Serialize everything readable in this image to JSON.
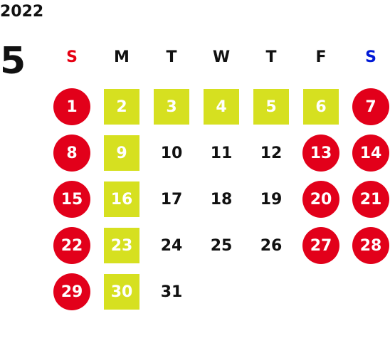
{
  "year": "2022",
  "month": "5",
  "colors": {
    "holiday_circle": "#e2001a",
    "special_square": "#d6e020",
    "sunday_header": "#e60012",
    "saturday_header": "#0019d6",
    "weekday_header": "#111111",
    "plain_text": "#111111"
  },
  "weekdays": [
    {
      "label": "S",
      "kind": "sun"
    },
    {
      "label": "M",
      "kind": "normal"
    },
    {
      "label": "T",
      "kind": "normal"
    },
    {
      "label": "W",
      "kind": "normal"
    },
    {
      "label": "T",
      "kind": "normal"
    },
    {
      "label": "F",
      "kind": "normal"
    },
    {
      "label": "S",
      "kind": "sat"
    }
  ],
  "weeks": [
    [
      {
        "day": "1",
        "style": "holiday"
      },
      {
        "day": "2",
        "style": "special"
      },
      {
        "day": "3",
        "style": "special"
      },
      {
        "day": "4",
        "style": "special"
      },
      {
        "day": "5",
        "style": "special"
      },
      {
        "day": "6",
        "style": "special"
      },
      {
        "day": "7",
        "style": "holiday"
      }
    ],
    [
      {
        "day": "8",
        "style": "holiday"
      },
      {
        "day": "9",
        "style": "special"
      },
      {
        "day": "10",
        "style": "plain"
      },
      {
        "day": "11",
        "style": "plain"
      },
      {
        "day": "12",
        "style": "plain"
      },
      {
        "day": "13",
        "style": "holiday"
      },
      {
        "day": "14",
        "style": "holiday"
      }
    ],
    [
      {
        "day": "15",
        "style": "holiday"
      },
      {
        "day": "16",
        "style": "special"
      },
      {
        "day": "17",
        "style": "plain"
      },
      {
        "day": "18",
        "style": "plain"
      },
      {
        "day": "19",
        "style": "plain"
      },
      {
        "day": "20",
        "style": "holiday"
      },
      {
        "day": "21",
        "style": "holiday"
      }
    ],
    [
      {
        "day": "22",
        "style": "holiday"
      },
      {
        "day": "23",
        "style": "special"
      },
      {
        "day": "24",
        "style": "plain"
      },
      {
        "day": "25",
        "style": "plain"
      },
      {
        "day": "26",
        "style": "plain"
      },
      {
        "day": "27",
        "style": "holiday"
      },
      {
        "day": "28",
        "style": "holiday"
      }
    ],
    [
      {
        "day": "29",
        "style": "holiday"
      },
      {
        "day": "30",
        "style": "special"
      },
      {
        "day": "31",
        "style": "plain"
      }
    ]
  ]
}
